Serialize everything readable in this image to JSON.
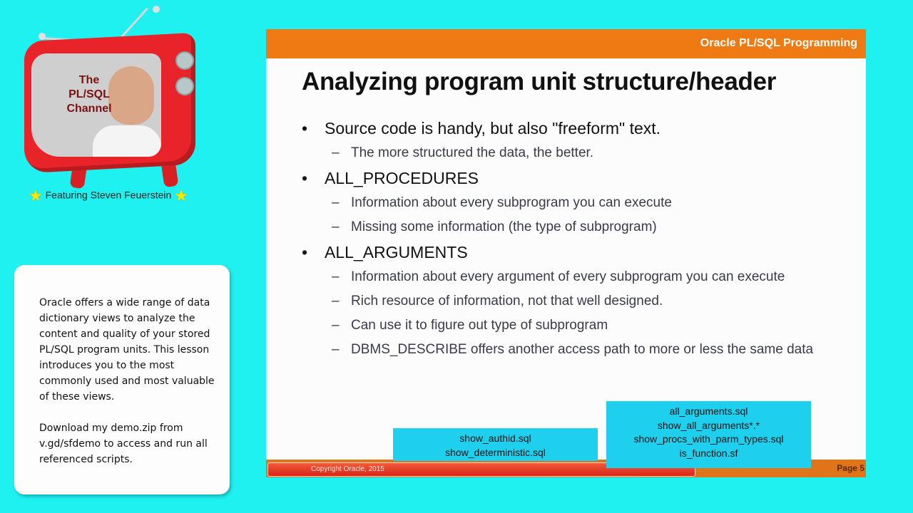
{
  "logo": {
    "screen_title_lines": [
      "The",
      "PL/SQL",
      "Channel"
    ],
    "caption": "Featuring Steven Feuerstein",
    "star_icon": "★"
  },
  "info_card": {
    "paragraphs": [
      "Oracle offers a wide range of data dictionary views to analyze the content and quality of your stored PL/SQL program units. This lesson introduces you to the most commonly used and most valuable of these views.",
      "Download my demo.zip from v.gd/sfdemo to access and run all referenced scripts."
    ]
  },
  "slide": {
    "header_title": "Oracle PL/SQL Programming",
    "title": "Analyzing program unit structure/header",
    "bullets": [
      {
        "text": "Source code is handy, but also \"freeform\" text.",
        "subs": [
          "The more structured the data, the better."
        ]
      },
      {
        "text": "ALL_PROCEDURES",
        "subs": [
          "Information about every subprogram you can execute",
          "Missing some information  (the type of subprogram)"
        ]
      },
      {
        "text": "ALL_ARGUMENTS",
        "subs": [
          "Information about every argument of every subprogram you can execute",
          "Rich resource of information, not that well designed.",
          "Can use it to figure out type of subprogram",
          "DBMS_DESCRIBE offers another access path to more or less the same data"
        ]
      }
    ],
    "dash": "–",
    "file_boxes": [
      [
        "show_authid.sql",
        "show_deterministic.sql"
      ],
      [
        "all_arguments.sql",
        "show_all_arguments*.*",
        "show_procs_with_parm_types.sql",
        "is_function.sf"
      ]
    ],
    "page_label": "Page 5",
    "copyright": "Copyright Oracle, 2015"
  },
  "colors": {
    "background": "#1ff0f0",
    "slide_orange": "#ef7a14",
    "file_box": "#1fd0ee",
    "copyright_bar": "#e0301e"
  }
}
